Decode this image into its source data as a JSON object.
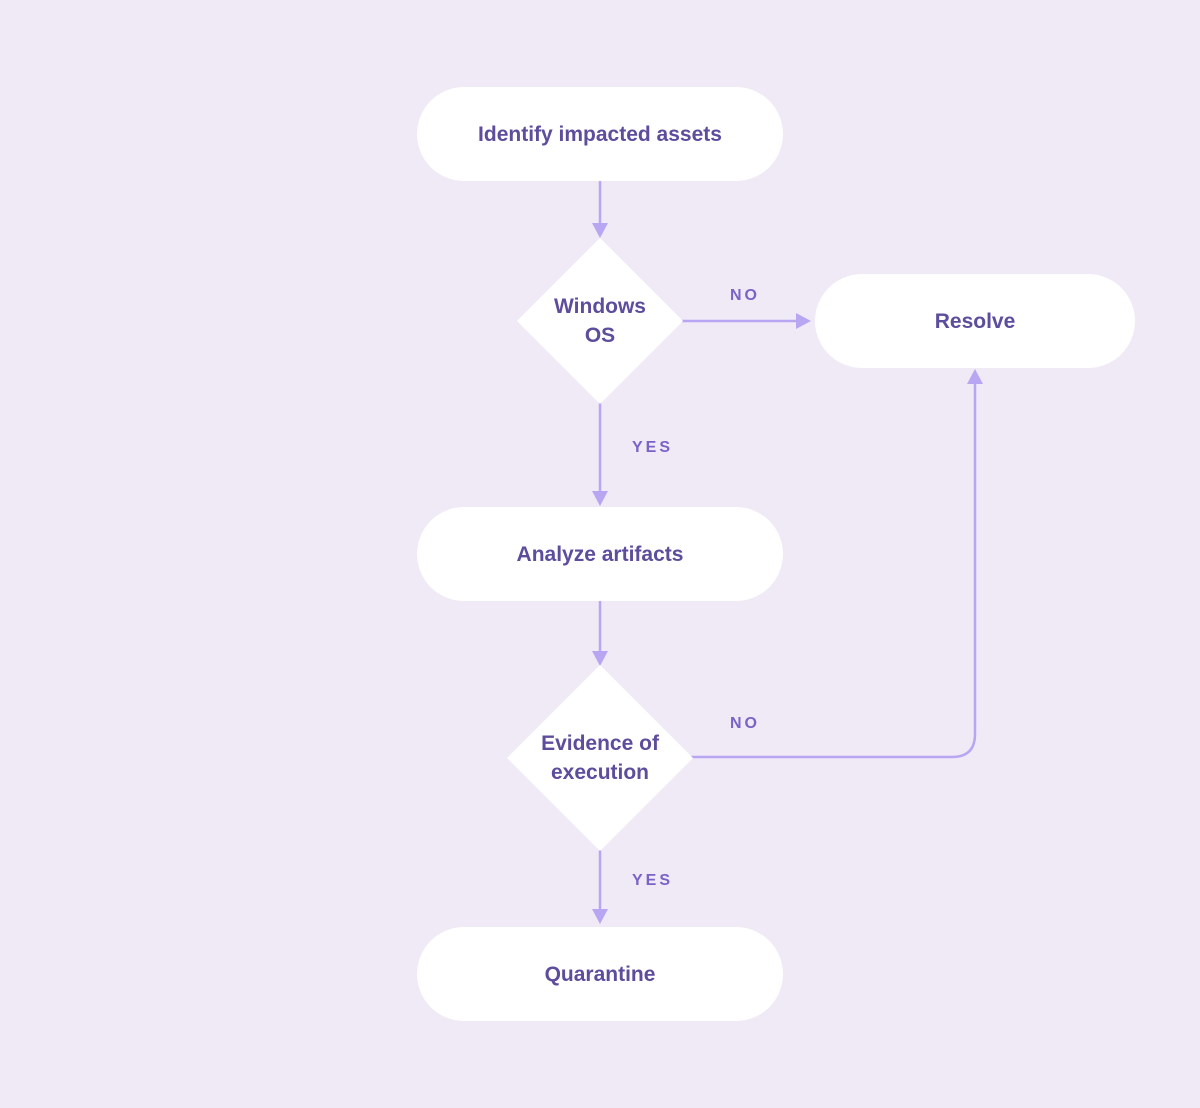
{
  "colors": {
    "background": "#F0EAF6",
    "node_fill": "#FFFFFF",
    "node_text": "#5E4C9C",
    "edge_label_text": "#7A62C6",
    "connector": "#B9A6F3"
  },
  "nodes": {
    "identify": {
      "label": "Identify impacted assets",
      "shape": "rounded-rectangle"
    },
    "windows_os": {
      "label_line1": "Windows",
      "label_line2": "OS",
      "shape": "diamond"
    },
    "resolve": {
      "label": "Resolve",
      "shape": "rounded-rectangle"
    },
    "analyze": {
      "label": "Analyze artifacts",
      "shape": "rounded-rectangle"
    },
    "evidence": {
      "label_line1": "Evidence of",
      "label_line2": "execution",
      "shape": "diamond"
    },
    "quarantine": {
      "label": "Quarantine",
      "shape": "rounded-rectangle"
    }
  },
  "edges": {
    "identify_to_windows": {
      "from": "identify",
      "to": "windows_os"
    },
    "windows_to_resolve": {
      "from": "windows_os",
      "to": "resolve",
      "label": "NO"
    },
    "windows_to_analyze": {
      "from": "windows_os",
      "to": "analyze",
      "label": "YES"
    },
    "analyze_to_evidence": {
      "from": "analyze",
      "to": "evidence"
    },
    "evidence_to_resolve": {
      "from": "evidence",
      "to": "resolve",
      "label": "NO"
    },
    "evidence_to_quarantine": {
      "from": "evidence",
      "to": "quarantine",
      "label": "YES"
    }
  }
}
